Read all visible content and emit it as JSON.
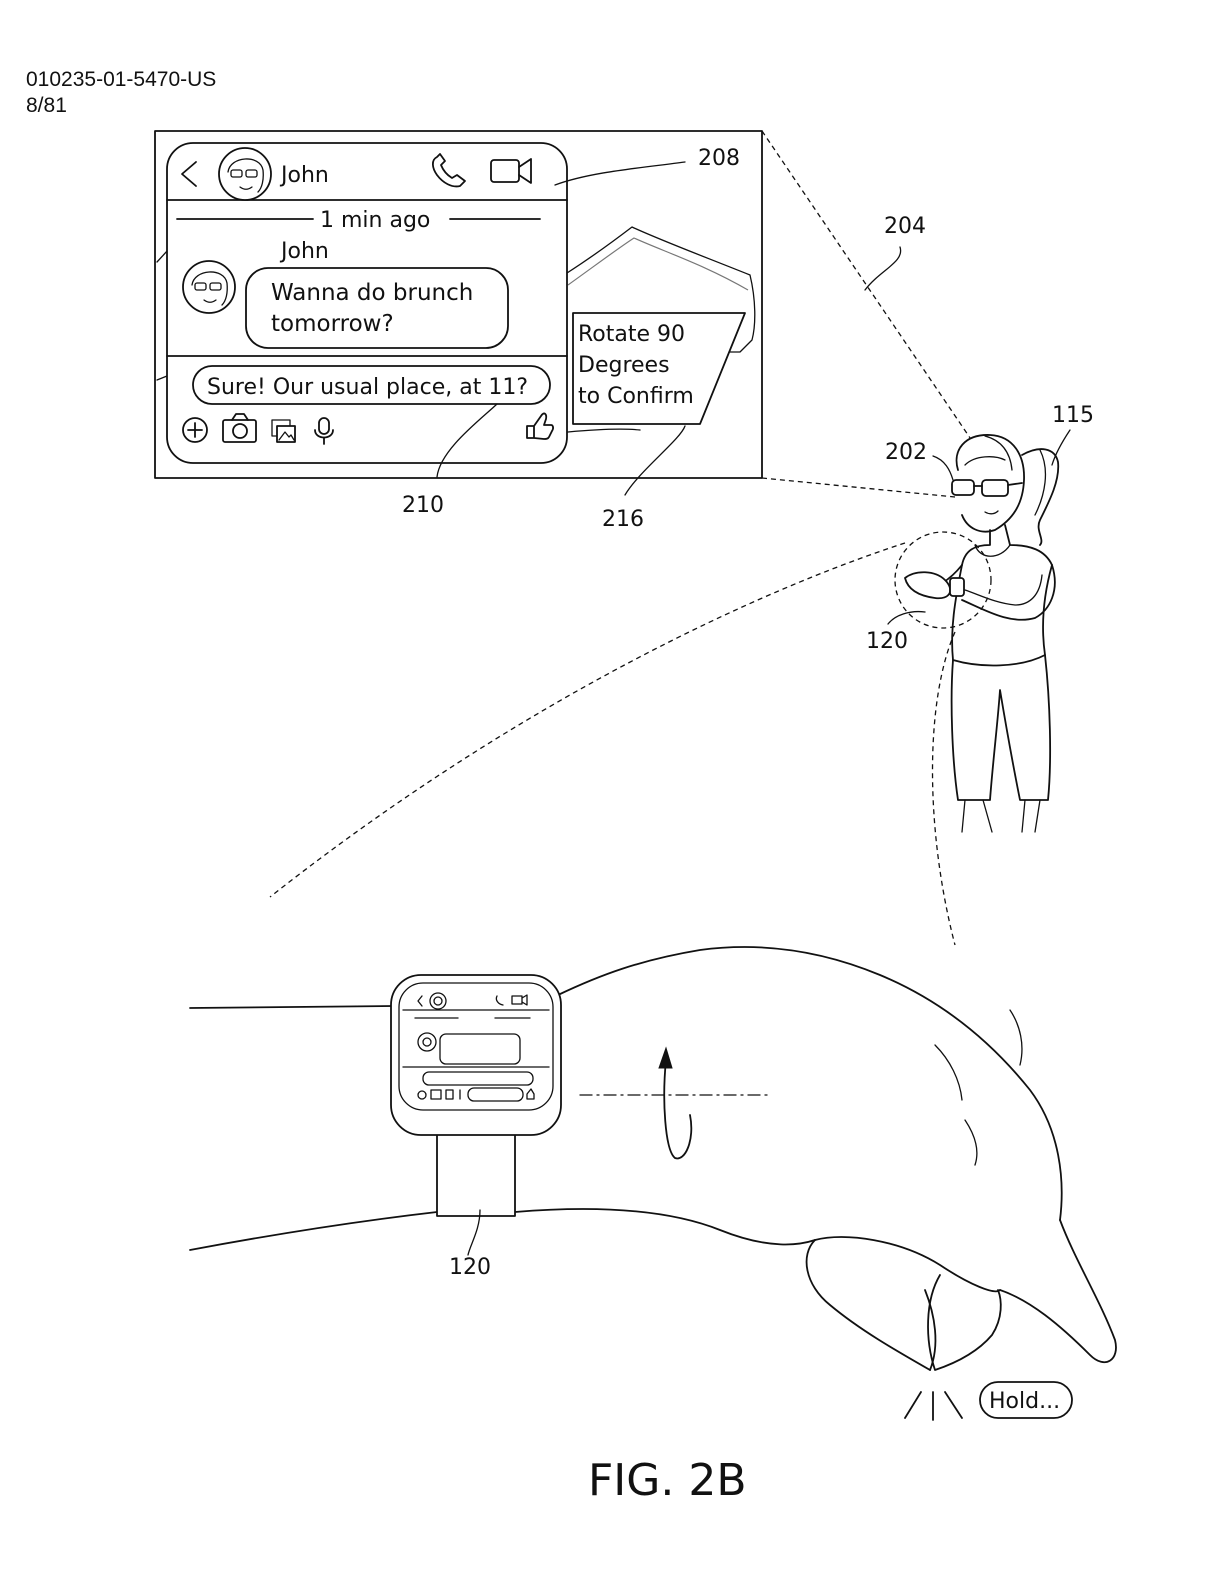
{
  "header": {
    "doc_id": "010235-01-5470-US",
    "page": "8/81"
  },
  "chat": {
    "contact_name": "John",
    "timestamp": "1 min ago",
    "sender_name": "John",
    "incoming_line1": "Wanna do brunch",
    "incoming_line2": "tomorrow?",
    "reply": "Sure!  Our usual place, at 11?",
    "icons": [
      "back-arrow-icon",
      "avatar",
      "phone-icon",
      "video-camera-icon",
      "add-icon",
      "camera-icon",
      "gallery-icon",
      "microphone-icon",
      "thumbs-up-icon"
    ]
  },
  "prompt": {
    "line1": "Rotate 90",
    "line2": "Degrees",
    "line3": "to Confirm"
  },
  "hold_label": "Hold...",
  "refs": {
    "r208": "208",
    "r204": "204",
    "r210": "210",
    "r216": "216",
    "r115": "115",
    "r202": "202",
    "r120_top": "120",
    "r120_bottom": "120"
  },
  "figure_label": "FIG. 2B"
}
